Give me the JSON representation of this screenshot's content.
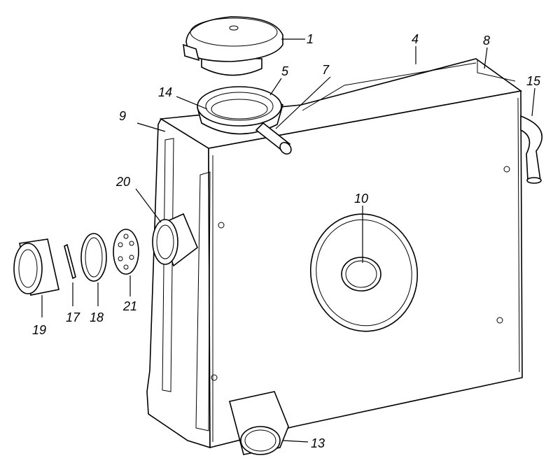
{
  "diagram": {
    "callouts": [
      "1",
      "4",
      "5",
      "7",
      "8",
      "9",
      "10",
      "13",
      "14",
      "15",
      "17",
      "18",
      "19",
      "20",
      "21"
    ]
  },
  "colors": {
    "line": "#000000",
    "background": "#ffffff",
    "watermark": "#cfcfcf"
  }
}
